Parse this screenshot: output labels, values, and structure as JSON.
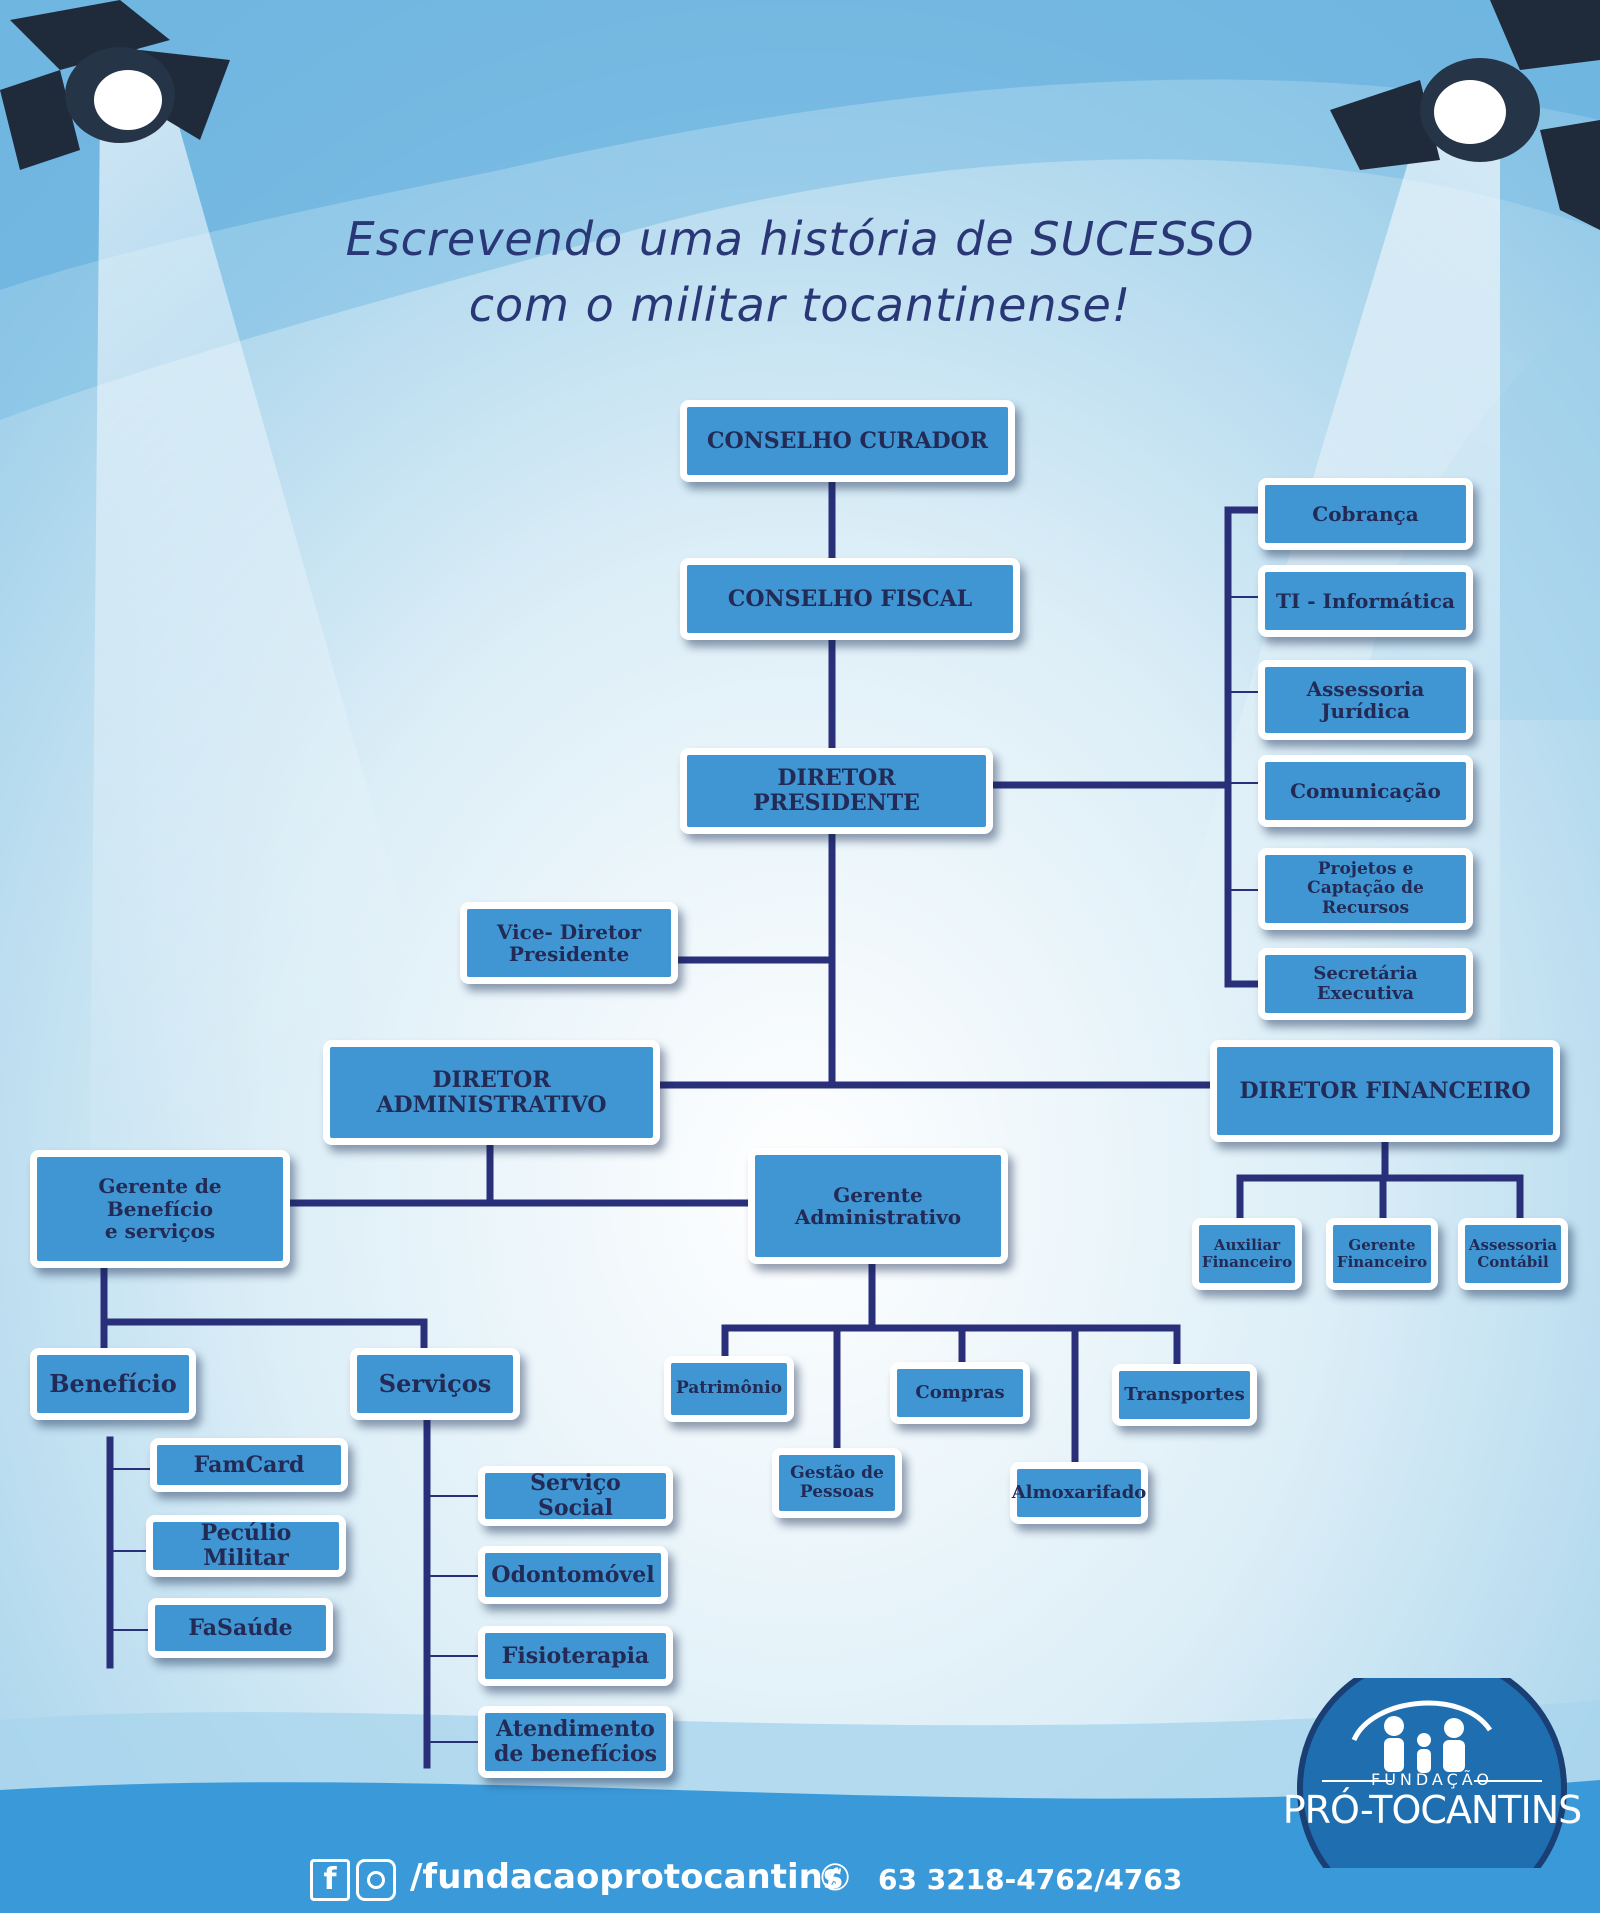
{
  "headline": {
    "line1": "Escrevendo uma história de SUCESSO",
    "line2": "com o militar tocantinense!"
  },
  "org": {
    "conselho_curador": "CONSELHO CURADOR",
    "conselho_fiscal": "CONSELHO FISCAL",
    "diretor_presidente": "DIRETOR PRESIDENTE",
    "vice_diretor": "Vice- Diretor\nPresidente",
    "presidencia_assessorias": [
      "Cobrança",
      "TI - Informática",
      "Assessoria\nJurídica",
      "Comunicação",
      "Projetos e\nCaptação de\nRecursos",
      "Secretária\nExecutiva"
    ],
    "diretor_administrativo": "DIRETOR ADMINISTRATIVO",
    "diretor_financeiro": "DIRETOR FINANCEIRO",
    "financeiro_units": [
      "Auxiliar\nFinanceiro",
      "Gerente\nFinanceiro",
      "Assessoria\nContábil"
    ],
    "gerente_beneficio": "Gerente de Benefício\ne serviços",
    "gerente_administrativo": "Gerente\nAdministrativo",
    "beneficio": "Benefício",
    "servicos": "Serviços",
    "beneficio_items": [
      "FamCard",
      "Pecúlio Militar",
      "FaSaúde"
    ],
    "servicos_items": [
      "Serviço Social",
      "Odontomóvel",
      "Fisioterapia",
      "Atendimento\nde benefícios"
    ],
    "administrativo_units": [
      "Patrimônio",
      "Gestão de\nPessoas",
      "Compras",
      "Almoxarifado",
      "Transportes"
    ]
  },
  "footer": {
    "handle": "/fundacaoprotocantins",
    "phone": "63 3218-4762/4763"
  },
  "logo": {
    "top_text": "FUNDAÇÃO",
    "name": "PRÓ-TOCANTINS"
  },
  "colors": {
    "box_fill": "#3f96d3",
    "line": "#2a2f7a",
    "text_dark": "#232a55",
    "footer_band": "#3a9ad9"
  }
}
